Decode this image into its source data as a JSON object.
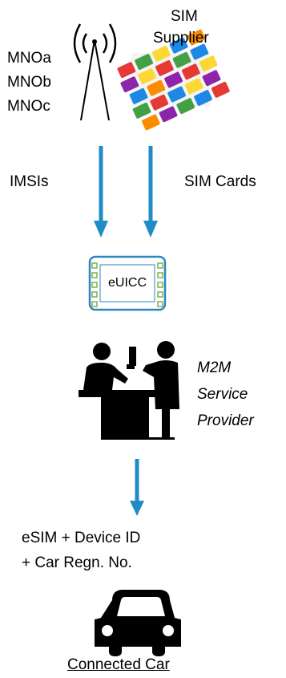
{
  "operators": [
    "MNOa",
    "MNOb",
    "MNOc"
  ],
  "sim_supplier": {
    "line1": "SIM",
    "line2": "Supplier"
  },
  "arrows": {
    "left_label": "IMSIs",
    "right_label": "SIM Cards"
  },
  "chip_label": "eUICC",
  "service_provider": {
    "line1": "M2M",
    "line2": "Service",
    "line3": "Provider"
  },
  "output": {
    "line1": "eSIM + Device ID",
    "line2": "+ Car Regn. No."
  },
  "car_label": "Connected Car",
  "colors": {
    "arrow": "#1f8cc6",
    "chip_border": "#2e86c1",
    "chip_pin": "#7cb342"
  },
  "icons": [
    "radio-tower-icon",
    "sim-cards-icon",
    "esim-chip-icon",
    "service-desk-icon",
    "car-icon"
  ]
}
